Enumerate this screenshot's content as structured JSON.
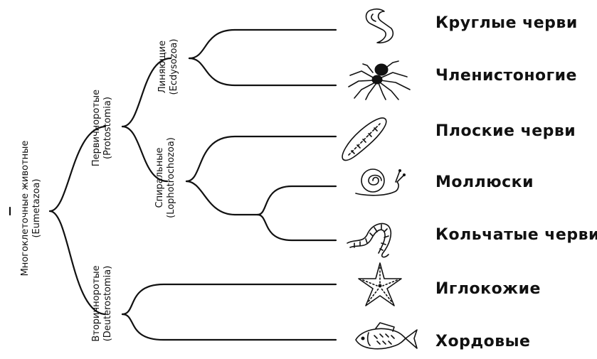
{
  "root": {
    "line1": "Многоклеточные животные",
    "line2": "(Eumetazoa)"
  },
  "groups": {
    "protostomia": {
      "line1": "Первичноротые",
      "line2": "(Protostomia)"
    },
    "deuterostomia": {
      "line1": "Вторичноротые",
      "line2": "(Deuterostomia)"
    },
    "ecdysozoa": {
      "line1": "Линяющие",
      "line2": "(Ecdysozoa)"
    },
    "lophotrochozoa": {
      "line1": "Спиральные",
      "line2": "(Lophotrochozoa)"
    }
  },
  "leaves": [
    {
      "label": "Круглые черви",
      "icon": "roundworm-icon"
    },
    {
      "label": "Членистоногие",
      "icon": "spider-icon"
    },
    {
      "label": "Плоские черви",
      "icon": "flatworm-icon"
    },
    {
      "label": "Моллюски",
      "icon": "snail-icon"
    },
    {
      "label": "Кольчатые черви",
      "icon": "earthworm-icon"
    },
    {
      "label": "Иглокожие",
      "icon": "starfish-icon"
    },
    {
      "label": "Хордовые",
      "icon": "fish-icon"
    }
  ]
}
